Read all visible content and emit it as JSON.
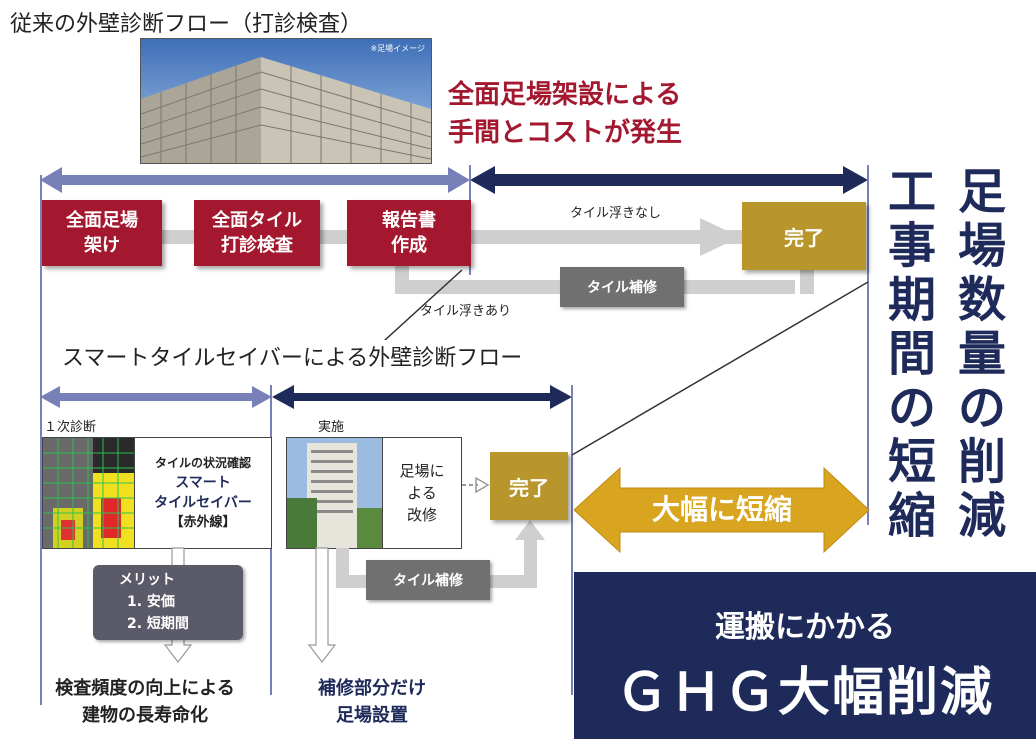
{
  "traditional": {
    "title": "従来の外壁診断フロー（打診検査）",
    "photo_caption": "※足場イメージ",
    "callout_line1": "全面足場架設による",
    "callout_line2": "手間とコストが発生",
    "step1_line1": "全面足場",
    "step1_line2": "架け",
    "step2_line1": "全面タイル",
    "step2_line2": "打診検査",
    "step3_line1": "報告書",
    "step3_line2": "作成",
    "no_float_label": "タイル浮きなし",
    "float_label": "タイル浮きあり",
    "repair_label": "タイル補修",
    "complete_label": "完了"
  },
  "smart": {
    "title": "スマートタイルセイバーによる外壁診断フロー",
    "first_diagnosis": "１次診断",
    "implementation": "実施",
    "check_line1": "タイルの状況確認",
    "check_line2": "スマート",
    "check_line3": "タイルセイバー",
    "check_line4": "【赤外線】",
    "scaffold_line1": "足場に",
    "scaffold_line2": "よる",
    "scaffold_line3": "改修",
    "complete_label": "完了",
    "repair_label": "タイル補修",
    "merit_title": "メリット",
    "merit_1": "1. 安価",
    "merit_2": "2. 短期間",
    "bottom_left_line1": "検査頻度の向上による",
    "bottom_left_line2": "建物の長寿命化",
    "bottom_mid_line1": "補修部分だけ",
    "bottom_mid_line2": "足場設置",
    "shorten_label": "大幅に短縮"
  },
  "side": {
    "col1": [
      "工",
      "事",
      "期",
      "間",
      "の",
      "短",
      "縮"
    ],
    "col2": [
      "足",
      "場",
      "数",
      "量",
      "の",
      "削",
      "減"
    ]
  },
  "ghg": {
    "line1": "運搬にかかる",
    "line2": "ＧＨＧ大幅削減"
  },
  "colors": {
    "accent_red": "#a3182f",
    "gold": "#b8962c",
    "navy": "#1e2a5a",
    "light_blue_arrow": "#7880b8"
  }
}
